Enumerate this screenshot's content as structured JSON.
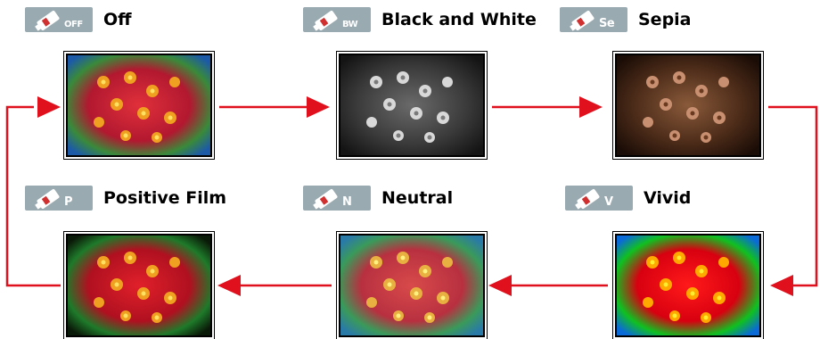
{
  "modes": [
    {
      "key": "off",
      "code": "OFF",
      "label": "Off"
    },
    {
      "key": "bw",
      "code": "BW",
      "label": "Black and White"
    },
    {
      "key": "sepia",
      "code": "Se",
      "label": "Sepia"
    },
    {
      "key": "positive",
      "code": "P",
      "label": "Positive Film"
    },
    {
      "key": "neutral",
      "code": "N",
      "label": "Neutral"
    },
    {
      "key": "vivid",
      "code": "V",
      "label": "Vivid"
    }
  ],
  "colors": {
    "arrow": "#e0101c",
    "icon_bg": "#9aaab1"
  },
  "icons": {
    "mode_icon": "color-tube-icon"
  }
}
